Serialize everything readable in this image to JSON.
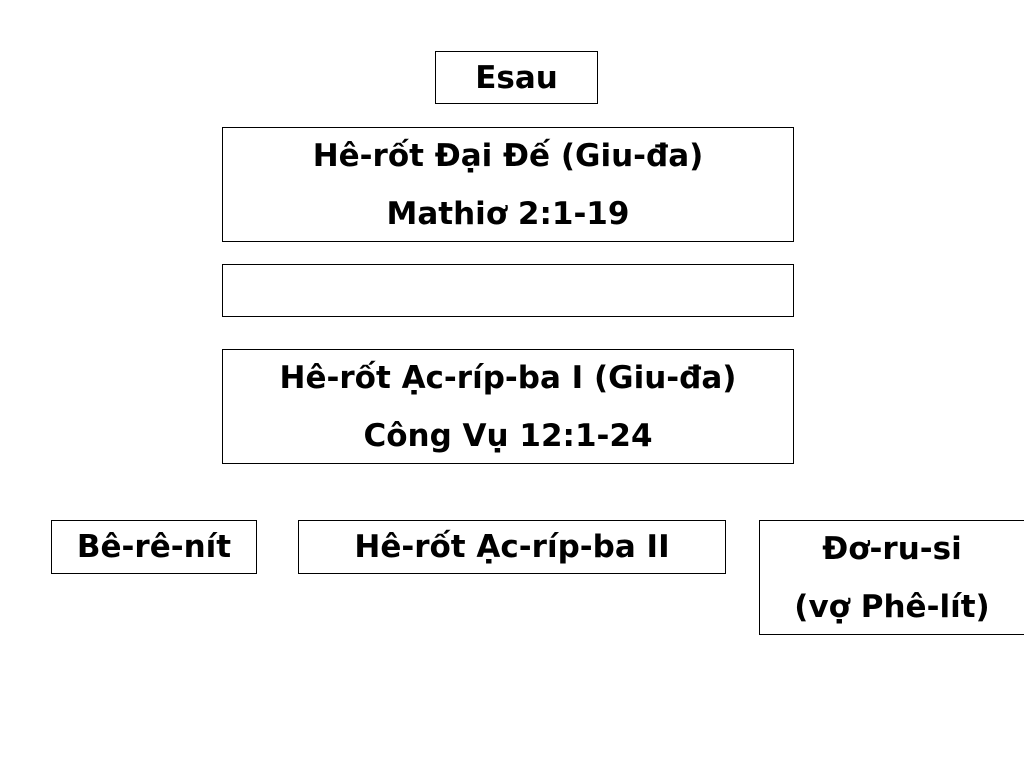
{
  "boxes": {
    "esau": {
      "line1": "Esau"
    },
    "herod_great": {
      "line1": "Hê-rốt Đại Đế (Giu-đa)",
      "line2": "Mathiơ 2:1-19"
    },
    "blank": {
      "line1": ""
    },
    "agrippa1": {
      "line1": "Hê-rốt Ạc-ríp-ba I (Giu-đa)",
      "line2": "Công Vụ 12:1-24"
    },
    "bernice": {
      "line1": "Bê-rê-nít"
    },
    "agrippa2": {
      "line1": "Hê-rốt Ạc-ríp-ba II"
    },
    "drusilla": {
      "line1": "Đơ-ru-si",
      "line2": "(vợ Phê-lít)"
    }
  }
}
